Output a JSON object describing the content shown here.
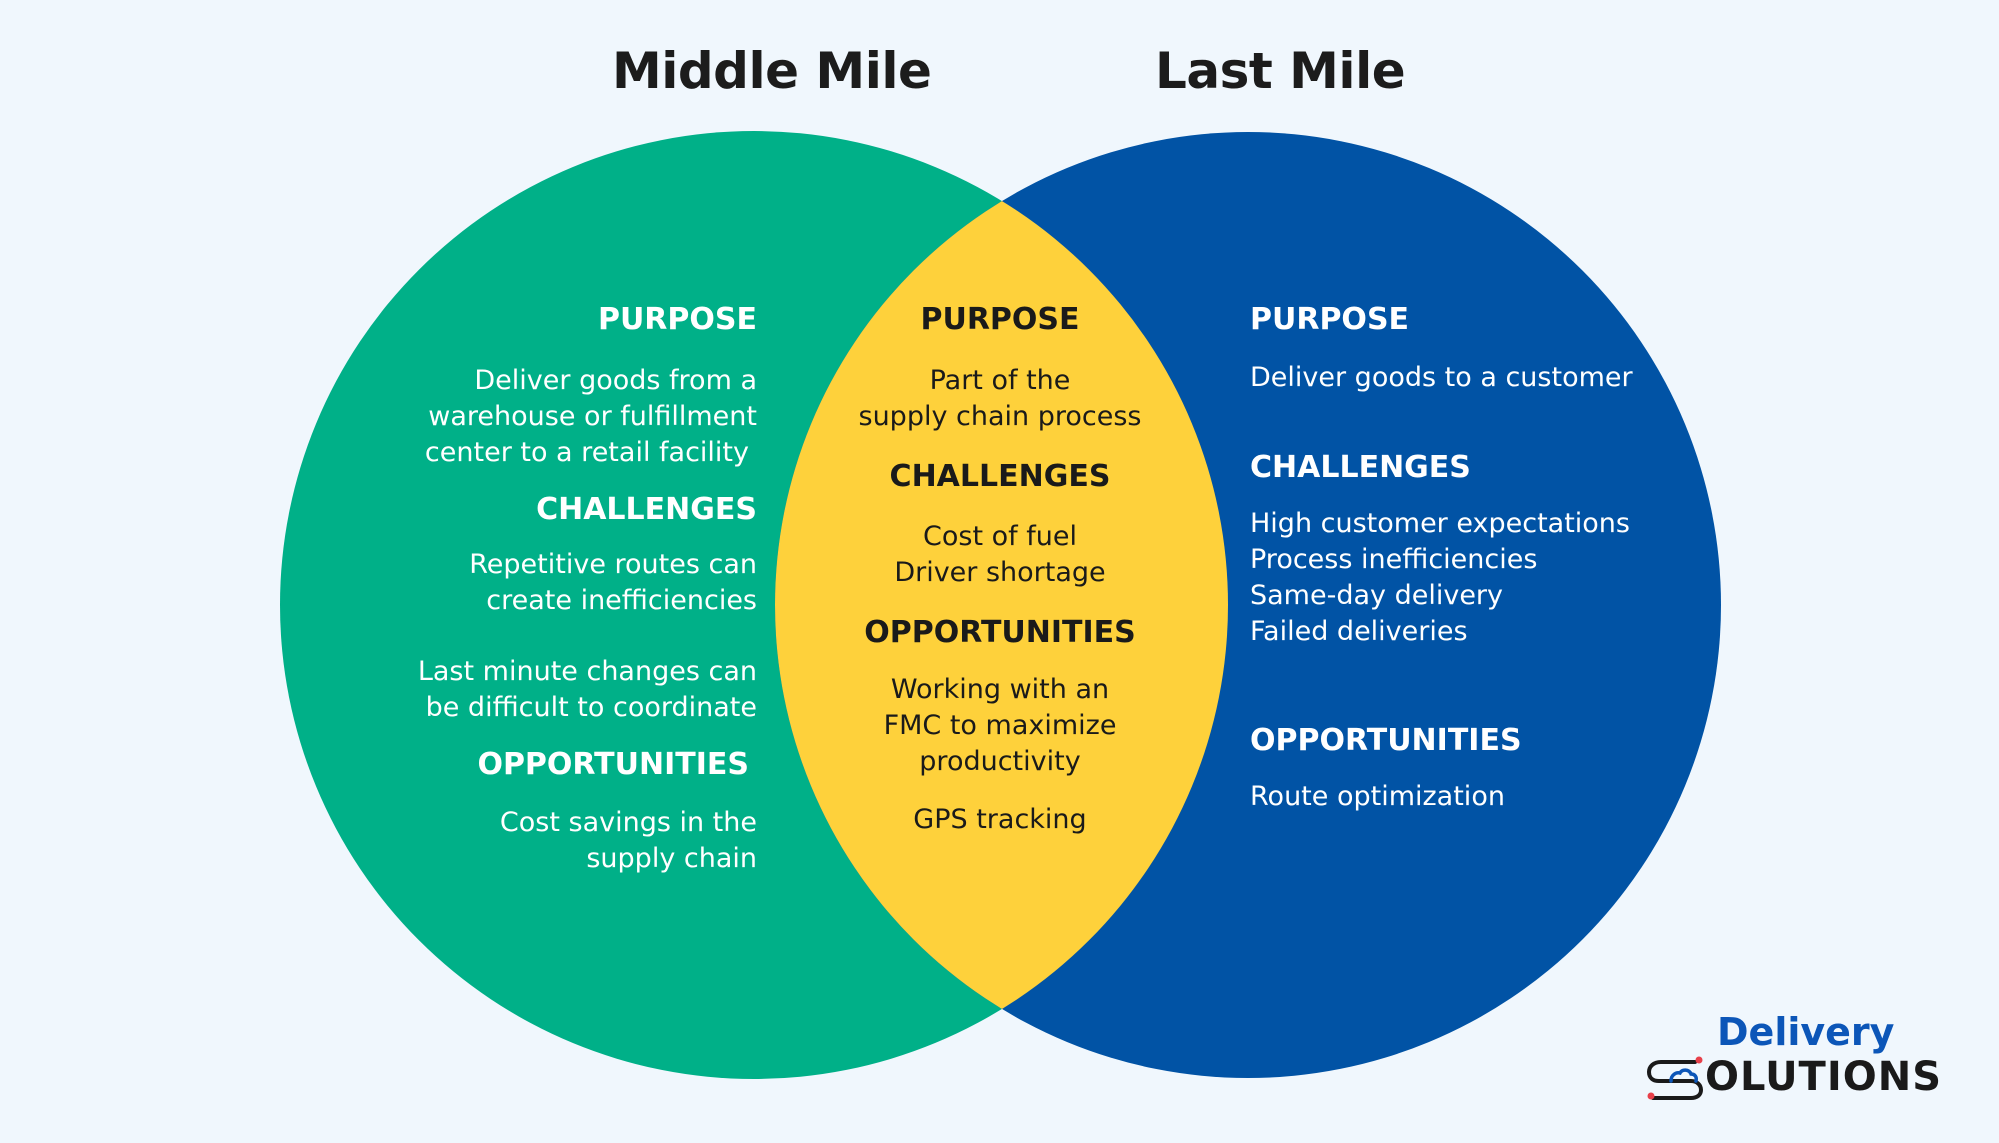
{
  "colors": {
    "background": "#f0f7fd",
    "middle_mile": "#00b088",
    "last_mile": "#0153a5",
    "overlap": "#fed13b",
    "logo_blue": "#0c56b8",
    "logo_pin": "#e8404a"
  },
  "titles": {
    "middle": "Middle Mile",
    "last": "Last Mile"
  },
  "middle": {
    "purpose_heading": "PURPOSE",
    "purpose_lines": [
      "Deliver goods from a",
      "warehouse or fulfillment",
      "center to a retail facility"
    ],
    "challenges_heading": "CHALLENGES",
    "challenge1_lines": [
      "Repetitive routes can",
      "create inefficiencies"
    ],
    "challenge2_lines": [
      "Last minute changes can",
      "be difficult to coordinate"
    ],
    "opportunities_heading": "OPPORTUNITIES",
    "opportunity_lines": [
      "Cost savings in the",
      "supply chain"
    ]
  },
  "shared": {
    "purpose_heading": "PURPOSE",
    "purpose_lines": [
      "Part of the",
      "supply chain process"
    ],
    "challenges_heading": "CHALLENGES",
    "challenge_lines": [
      "Cost of fuel",
      "Driver shortage"
    ],
    "opportunities_heading": "OPPORTUNITIES",
    "opportunity1_lines": [
      "Working with an",
      "FMC to maximize",
      "productivity"
    ],
    "opportunity2": "GPS tracking"
  },
  "last": {
    "purpose_heading": "PURPOSE",
    "purpose": "Deliver goods to a customer",
    "challenges_heading": "CHALLENGES",
    "challenge_lines": [
      "High customer expectations",
      "Process inefficiencies",
      "Same-day delivery",
      "Failed deliveries"
    ],
    "opportunities_heading": "OPPORTUNITIES",
    "opportunity": "Route optimization"
  },
  "logo": {
    "top": "Delivery",
    "bottom": "OLUTIONS",
    "icon": "cloud-s-with-location-pins-icon"
  }
}
